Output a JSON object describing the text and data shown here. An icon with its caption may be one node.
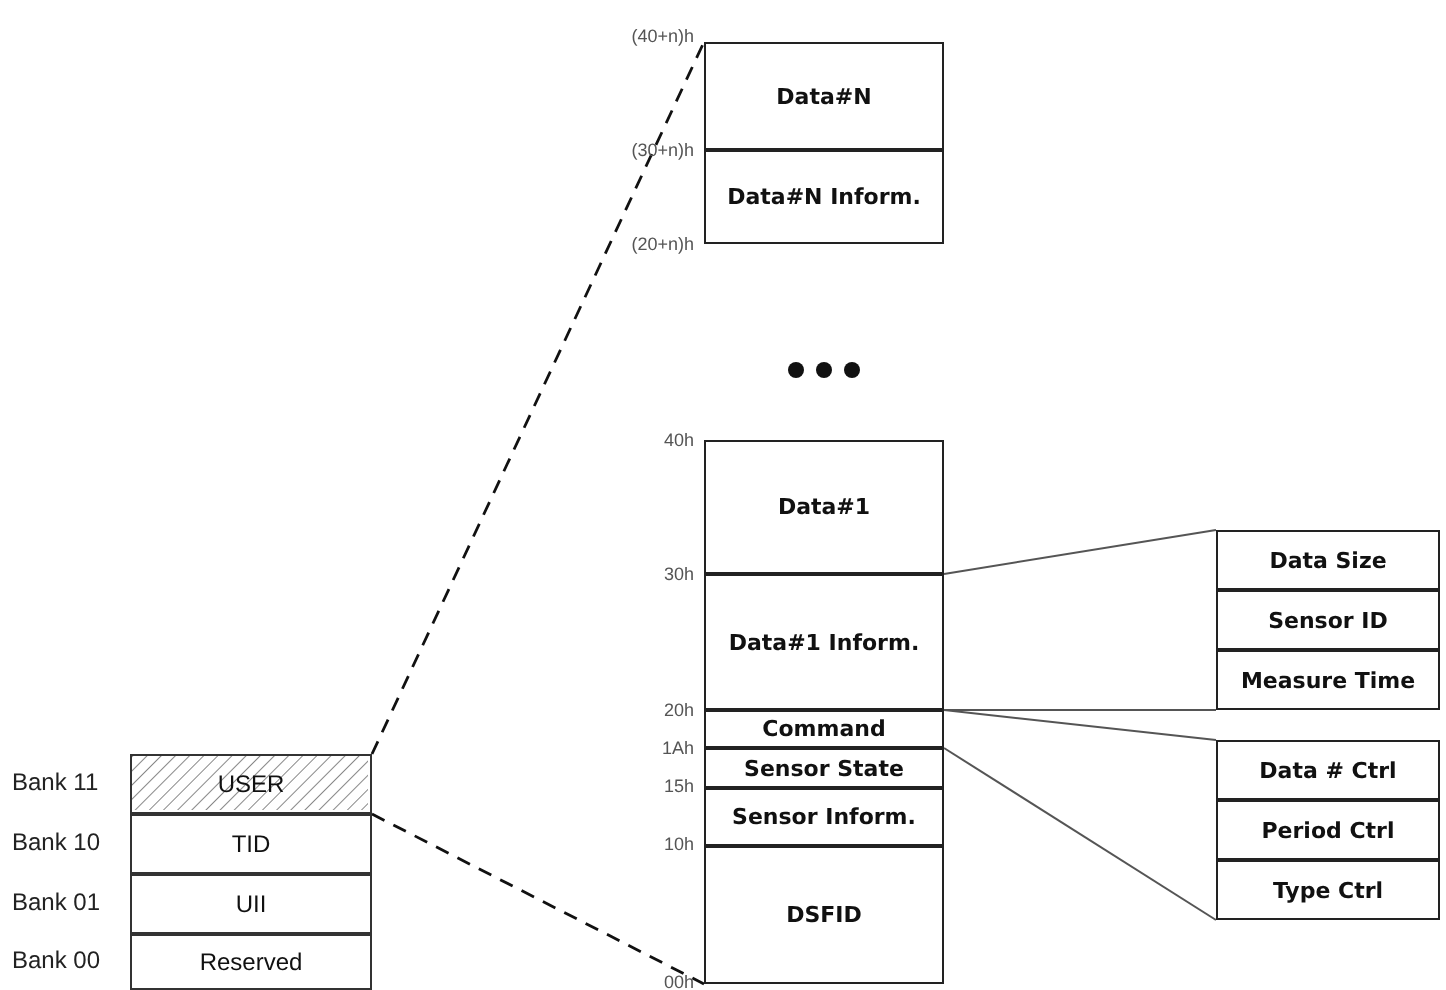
{
  "diagram": {
    "nodes": [
      {
        "text": [
          "Data#N"
        ]
      },
      {
        "text": [
          "Data#N Inform."
        ]
      },
      {
        "text": [
          "Data#1"
        ]
      },
      {
        "text": [
          "Data#1 Inform."
        ]
      },
      {
        "text": [
          "Command"
        ]
      },
      {
        "text": [
          "Sensor State"
        ]
      },
      {
        "text": [
          "Sensor Inform."
        ]
      },
      {
        "text": [
          "DSFID"
        ]
      },
      {
        "text": [
          "Data Size"
        ]
      },
      {
        "text": [
          "Sensor ID"
        ]
      },
      {
        "text": [
          "Measure Time"
        ]
      },
      {
        "text": [
          "Data # Ctrl"
        ]
      },
      {
        "text": [
          "Period Ctrl"
        ]
      },
      {
        "text": [
          "Type Ctrl"
        ]
      },
      {
        "text": [
          "USER"
        ],
        "beside": [
          "Bank 11"
        ]
      },
      {
        "text": [
          "TID"
        ],
        "beside": [
          "Bank 10"
        ]
      },
      {
        "text": [
          "UII"
        ],
        "beside": [
          "Bank 01"
        ]
      },
      {
        "text": [
          "Reserved"
        ],
        "beside": [
          "Bank 00"
        ]
      }
    ],
    "edges": [
      {
        "from": 14,
        "to": 0,
        "arrow": "none",
        "style": "dashed"
      },
      {
        "from": 14,
        "to": 7,
        "arrow": "none",
        "style": "dashed"
      },
      {
        "from": 3,
        "to": 8,
        "arrow": "none"
      },
      {
        "from": 3,
        "to": 10,
        "arrow": "none"
      },
      {
        "from": 4,
        "to": 11,
        "arrow": "none"
      },
      {
        "from": 4,
        "to": 13,
        "arrow": "none"
      }
    ],
    "labels": [
      "(40+n)h",
      "(30+n)h",
      "(20+n)h",
      "40h",
      "30h",
      "20h",
      "1Ah",
      "15h",
      "10h",
      "00h"
    ]
  }
}
